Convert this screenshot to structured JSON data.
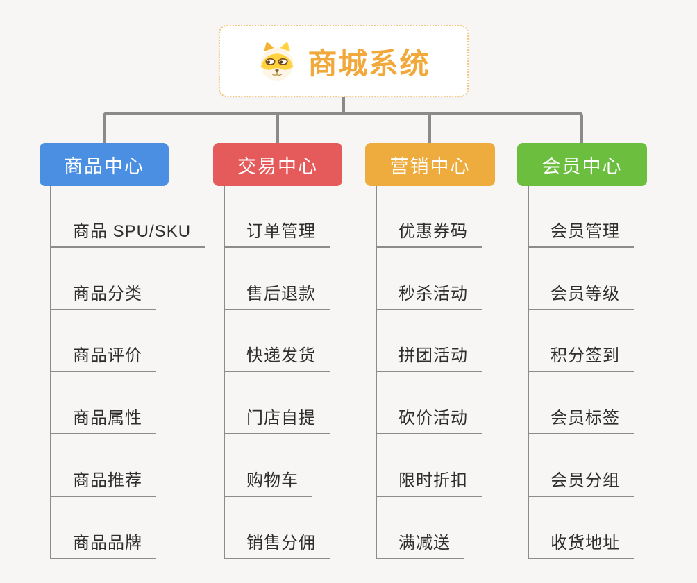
{
  "root": {
    "title": "商城系统",
    "icon": "dog-face-icon"
  },
  "branches": [
    {
      "label": "商品中心",
      "color": "#4a8fe2",
      "items": [
        "商品 SPU/SKU",
        "商品分类",
        "商品评价",
        "商品属性",
        "商品推荐",
        "商品品牌"
      ]
    },
    {
      "label": "交易中心",
      "color": "#e55b5b",
      "items": [
        "订单管理",
        "售后退款",
        "快递发货",
        "门店自提",
        "购物车",
        "销售分佣"
      ]
    },
    {
      "label": "营销中心",
      "color": "#eeac3e",
      "items": [
        "优惠券码",
        "秒杀活动",
        "拼团活动",
        "砍价活动",
        "限时折扣",
        "满减送"
      ]
    },
    {
      "label": "会员中心",
      "color": "#6cbe3f",
      "items": [
        "会员管理",
        "会员等级",
        "积分签到",
        "会员标签",
        "会员分组",
        "收货地址"
      ]
    }
  ],
  "colors": {
    "background": "#f7f6f5",
    "connector": "#8a8a8a",
    "leaf_line": "#8c8c8c",
    "leaf_text": "#2e2e2e",
    "root_text": "#f2a93c",
    "root_border": "#f3c57d"
  }
}
